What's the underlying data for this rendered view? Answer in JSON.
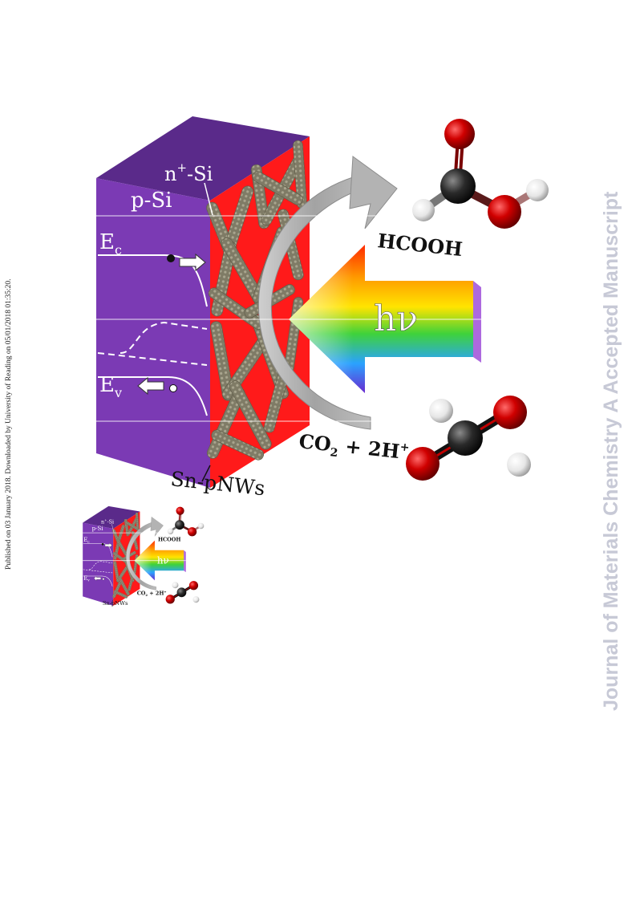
{
  "sidebar": {
    "published_note": "Published on 03 January 2018. Downloaded by University of Reading on 05/01/2018 01:35:20."
  },
  "watermark": {
    "text": "Journal of Materials Chemistry A Accepted Manuscript"
  },
  "figure": {
    "label_n_si_base": "n",
    "label_n_si_sup": "+",
    "label_n_si_suffix": "-Si",
    "label_p_si": "p-Si",
    "label_ec_base": "E",
    "label_ec_sub": "c",
    "label_ev_base": "E",
    "label_ev_sub": "v",
    "label_hcooh": "HCOOH",
    "label_hv": "hν",
    "label_co2_base": "CO",
    "label_co2_sub": "2",
    "label_co2_mid": " + 2H",
    "label_co2_sup": "+",
    "label_nanowires": "Sn-pNWs"
  },
  "colors": {
    "front_face": "#7b3ab4",
    "top_face": "#5a2a8a",
    "n_si_layer": "#ff1a1a",
    "nanowire": "#8c8872",
    "arrow_grey": "#a8a8a8",
    "oxygen": "#d00000",
    "carbon": "#2a2a2a",
    "hydrogen": "#eeeeee"
  }
}
